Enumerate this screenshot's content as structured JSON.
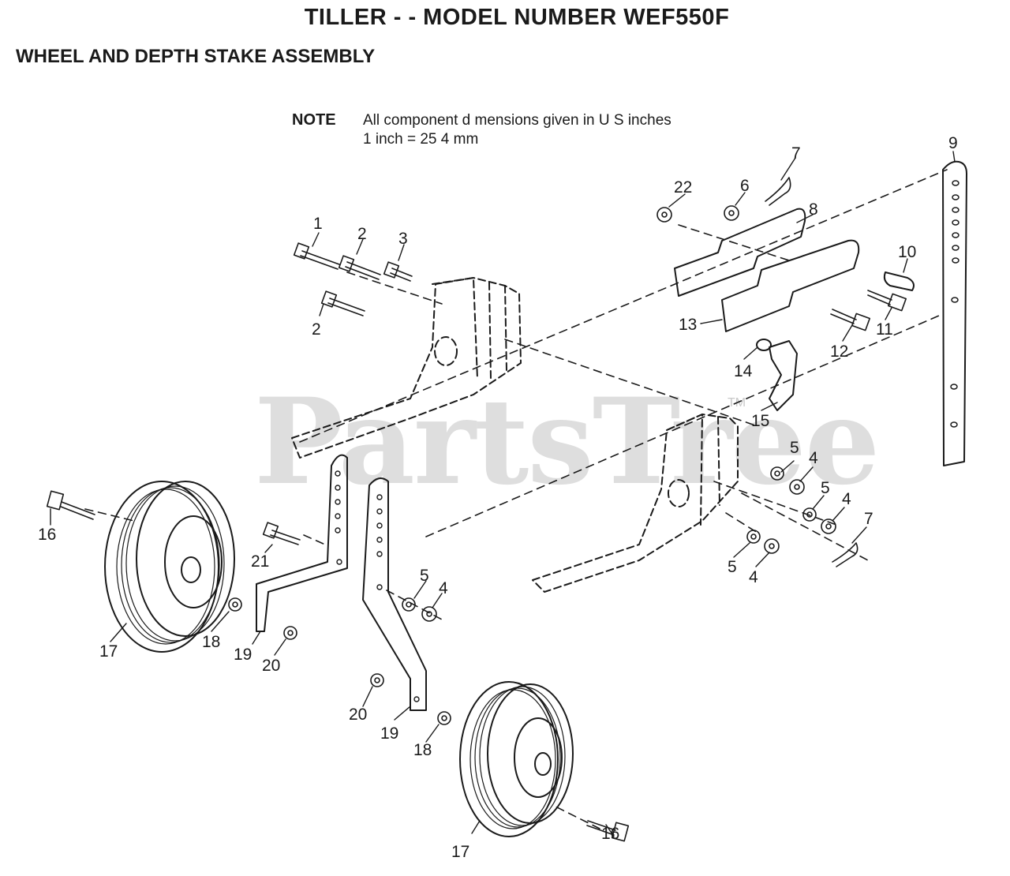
{
  "header": {
    "title": "TILLER - - MODEL NUMBER WEF550F",
    "subtitle": "WHEEL AND DEPTH STAKE ASSEMBLY"
  },
  "note": {
    "label": "NOTE",
    "line1": "All component d mensions given in U S inches",
    "line2": "1 inch = 25 4 mm"
  },
  "watermark": {
    "text": "PartsTree",
    "tm": "TM"
  },
  "callouts": [
    {
      "id": "c1",
      "text": "1"
    },
    {
      "id": "c2a",
      "text": "2"
    },
    {
      "id": "c2b",
      "text": "2"
    },
    {
      "id": "c3",
      "text": "3"
    },
    {
      "id": "c4a",
      "text": "4"
    },
    {
      "id": "c4b",
      "text": "4"
    },
    {
      "id": "c4c",
      "text": "4"
    },
    {
      "id": "c4d",
      "text": "4"
    },
    {
      "id": "c5a",
      "text": "5"
    },
    {
      "id": "c5b",
      "text": "5"
    },
    {
      "id": "c5c",
      "text": "5"
    },
    {
      "id": "c5d",
      "text": "5"
    },
    {
      "id": "c6",
      "text": "6"
    },
    {
      "id": "c7a",
      "text": "7"
    },
    {
      "id": "c7b",
      "text": "7"
    },
    {
      "id": "c8",
      "text": "8"
    },
    {
      "id": "c9",
      "text": "9"
    },
    {
      "id": "c10",
      "text": "10"
    },
    {
      "id": "c11",
      "text": "11"
    },
    {
      "id": "c12",
      "text": "12"
    },
    {
      "id": "c13",
      "text": "13"
    },
    {
      "id": "c14",
      "text": "14"
    },
    {
      "id": "c15",
      "text": "15"
    },
    {
      "id": "c16a",
      "text": "16"
    },
    {
      "id": "c16b",
      "text": "16"
    },
    {
      "id": "c17a",
      "text": "17"
    },
    {
      "id": "c17b",
      "text": "17"
    },
    {
      "id": "c18a",
      "text": "18"
    },
    {
      "id": "c18b",
      "text": "18"
    },
    {
      "id": "c19a",
      "text": "19"
    },
    {
      "id": "c19b",
      "text": "19"
    },
    {
      "id": "c20a",
      "text": "20"
    },
    {
      "id": "c20b",
      "text": "20"
    },
    {
      "id": "c21",
      "text": "21"
    },
    {
      "id": "c22",
      "text": "22"
    }
  ]
}
